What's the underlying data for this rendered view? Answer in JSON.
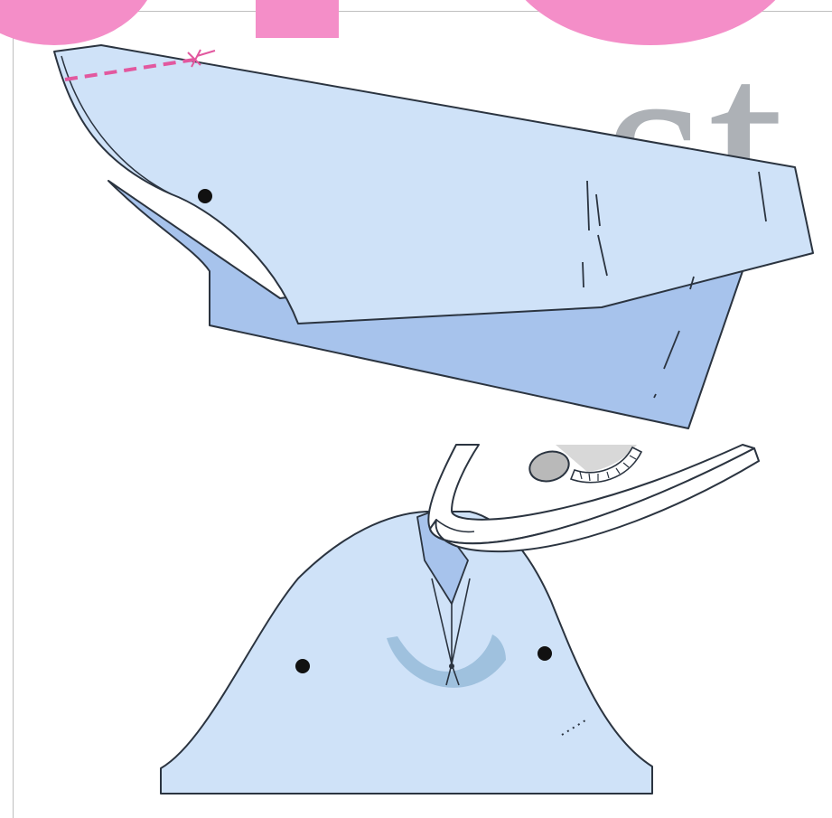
{
  "colors": {
    "watermark_pink": "#f48ec8",
    "watermark_grey": "#9fa4aa",
    "fabric_light": "#cfe2f8",
    "fabric_dark": "#a7c3ec",
    "seam_pink": "#e2589f",
    "outline": "#2b3440",
    "iron_fill": "#ffffff",
    "iron_shadow": "#d8d8d8",
    "press_mark": "#8fb6d6"
  },
  "watermark": {
    "text": "st",
    "note": "logo lettering"
  },
  "illustrations": [
    {
      "name": "folded-fabric-piece",
      "icon": "fabric-panel-icon"
    },
    {
      "name": "pressing-dart-with-iron",
      "icon": "iron-icon"
    }
  ]
}
